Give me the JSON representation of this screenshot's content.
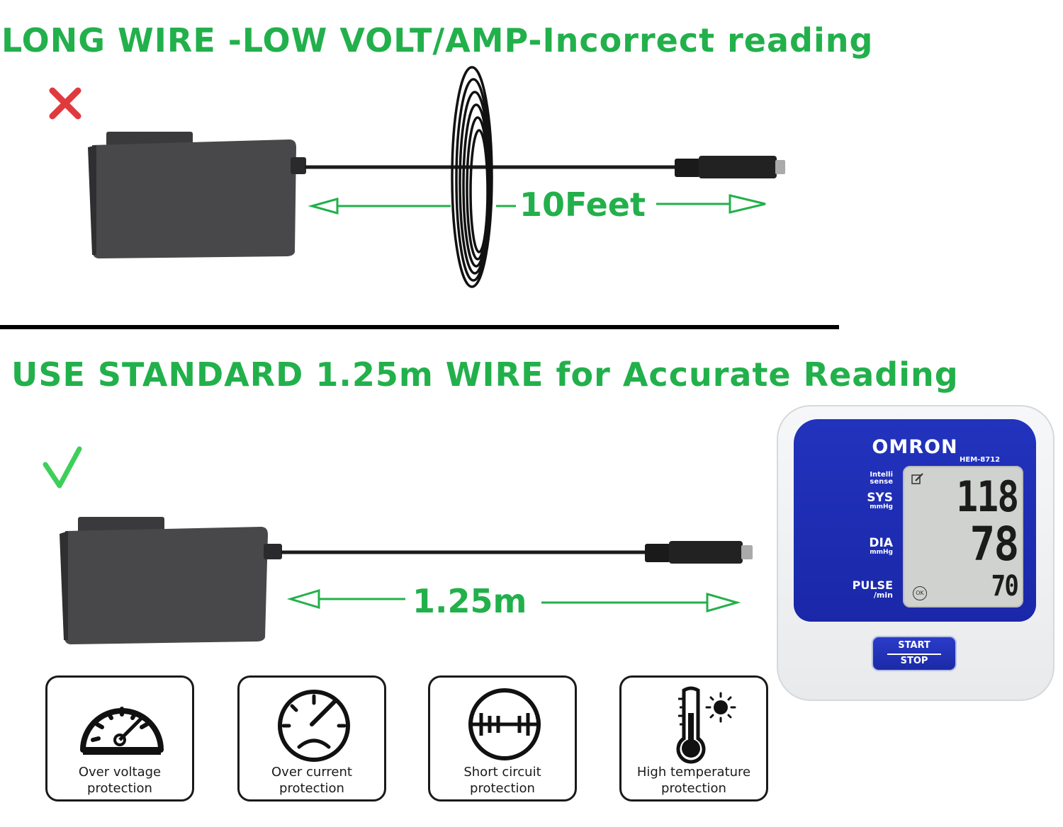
{
  "headlines": {
    "top": "LONG WIRE -LOW VOLT/AMP-Incorrect reading",
    "bottom": "USE STANDARD 1.25m WIRE for Accurate Reading"
  },
  "marks": {
    "top": "cross-icon",
    "bottom": "check-icon"
  },
  "lengths": {
    "top": "10Feet",
    "bottom": "1.25m"
  },
  "badges": [
    {
      "icon": "speedometer-icon",
      "line1": "Over voltage",
      "line2": "protection"
    },
    {
      "icon": "sad-gauge-icon",
      "line1": "Over current",
      "line2": "protection"
    },
    {
      "icon": "circuit-icon",
      "line1": "Short circuit",
      "line2": "protection"
    },
    {
      "icon": "thermometer-sun-icon",
      "line1": "High temperature",
      "line2": "protection"
    }
  ],
  "monitor": {
    "brand": "OMRON",
    "model": "HEM-8712",
    "labels": {
      "intelli_1": "Intelli",
      "intelli_2": "sense",
      "sys": "SYS",
      "sys_unit": "mmHg",
      "dia": "DIA",
      "dia_unit": "mmHg",
      "pulse": "PULSE",
      "pulse_unit": "/min"
    },
    "readings": {
      "sys": "118",
      "dia": "78",
      "pulse": "70"
    },
    "ok_label": "OK",
    "button": {
      "start": "START",
      "stop": "STOP"
    }
  },
  "colors": {
    "accent_green": "#22b04b",
    "cross_red": "#e03a3e",
    "check_green": "#3ecf5a",
    "monitor_blue": "#1f2eb4"
  }
}
